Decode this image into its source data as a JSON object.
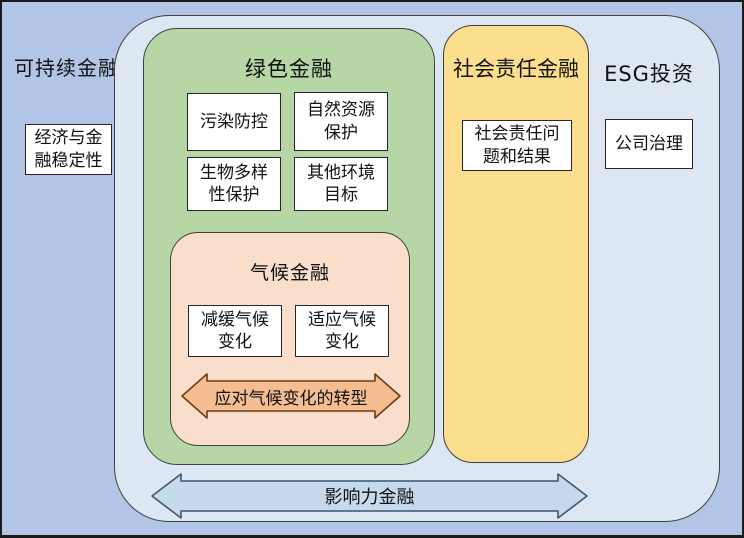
{
  "diagram": {
    "outer": {
      "label": "可持续金融",
      "stability_box": "经济与金\n融稳定性"
    },
    "green": {
      "title": "绿色金融",
      "boxes": [
        "污染防控",
        "自然资源\n保护",
        "生物多样\n性保护",
        "其他环境\n目标"
      ]
    },
    "climate": {
      "title": "气候金融",
      "boxes": [
        "减缓气候\n变化",
        "适应气候\n变化"
      ],
      "arrow_label": "应对气候变化的转型"
    },
    "social": {
      "title": "社会责任金融",
      "box": "社会责任问\n题和结果"
    },
    "esg": {
      "title": "ESG投资",
      "box": "公司治理"
    },
    "impact": {
      "arrow_label": "影响力金融"
    }
  },
  "colors": {
    "outer-bg": "#b3c5e6",
    "inner-bg": "#dde7f4",
    "green-bg": "#b7d6a6",
    "yellow-bg": "#fcdf8e",
    "peach-bg": "#f9decb",
    "orange-fill": "#f5bd92",
    "orange-stroke": "#6e3b12",
    "blue-fill": "#c6daee",
    "blue-stroke": "#44546a",
    "panel-border": "#404040",
    "box-border": "#262626",
    "text": "#111111"
  }
}
